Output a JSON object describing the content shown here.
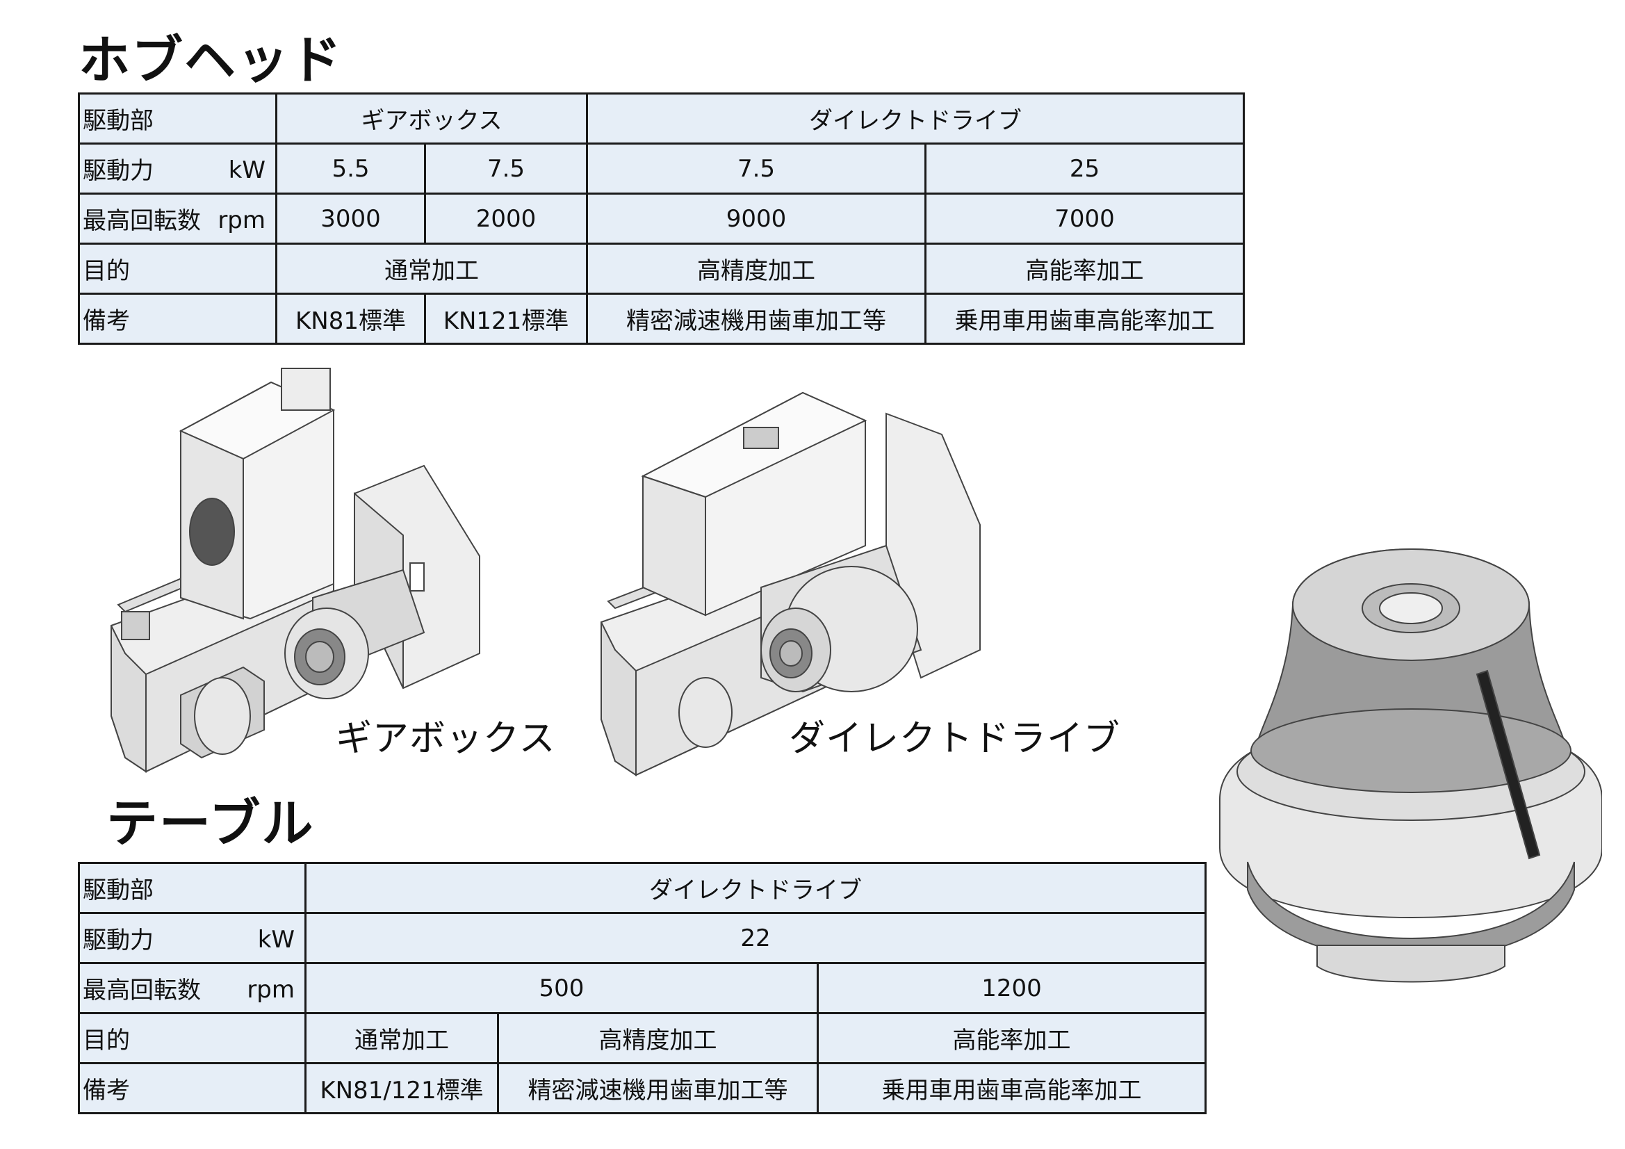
{
  "hob": {
    "title": "ホブヘッド",
    "rows": {
      "drive": {
        "label": "駆動部",
        "gearbox": "ギアボックス",
        "direct": "ダイレクトドライブ"
      },
      "power": {
        "label": "駆動力",
        "unit": "kW",
        "values": [
          "5.5",
          "7.5",
          "7.5",
          "25"
        ]
      },
      "speed": {
        "label": "最高回転数",
        "unit": "rpm",
        "values": [
          "3000",
          "2000",
          "9000",
          "7000"
        ]
      },
      "purpose": {
        "label": "目的",
        "values": [
          "通常加工",
          "高精度加工",
          "高能率加工"
        ]
      },
      "remarks": {
        "label": "備考",
        "values": [
          "KN81標準",
          "KN121標準",
          "精密減速機用歯車加工等",
          "乗用車用歯車高能率加工"
        ]
      }
    },
    "captions": {
      "gearbox": "ギアボックス",
      "direct": "ダイレクトドライブ"
    }
  },
  "table_unit": {
    "title": "テーブル",
    "rows": {
      "drive": {
        "label": "駆動部",
        "value": "ダイレクトドライブ"
      },
      "power": {
        "label": "駆動力",
        "unit": "kW",
        "value": "22"
      },
      "speed": {
        "label": "最高回転数",
        "unit": "rpm",
        "values": [
          "500",
          "1200"
        ]
      },
      "purpose": {
        "label": "目的",
        "values": [
          "通常加工",
          "高精度加工",
          "高能率加工"
        ]
      },
      "remarks": {
        "label": "備考",
        "values": [
          "KN81/121標準",
          "精密減速機用歯車加工等",
          "乗用車用歯車高能率加工"
        ]
      }
    }
  }
}
